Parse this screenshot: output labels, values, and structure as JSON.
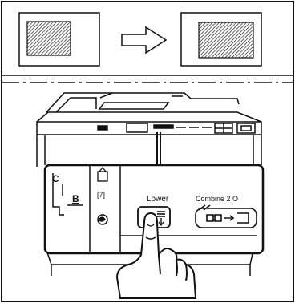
{
  "labels": {
    "zone_c": "C",
    "zone_b": "B",
    "counter_glyph": "[7]",
    "button_lower": "Lower",
    "button_combine": "Combine 2 O"
  },
  "icons": {
    "source_original": "hatched-page-original",
    "result_copy": "hatched-page-copy",
    "arrow": "right-arrow",
    "lower_key": "lower-image-key-icon",
    "combine_key": "combine-two-originals-icon",
    "hand": "pressing-hand-icon"
  },
  "colors": {
    "ink": "#111111",
    "paper": "#ffffff",
    "hatch": "#222222"
  }
}
